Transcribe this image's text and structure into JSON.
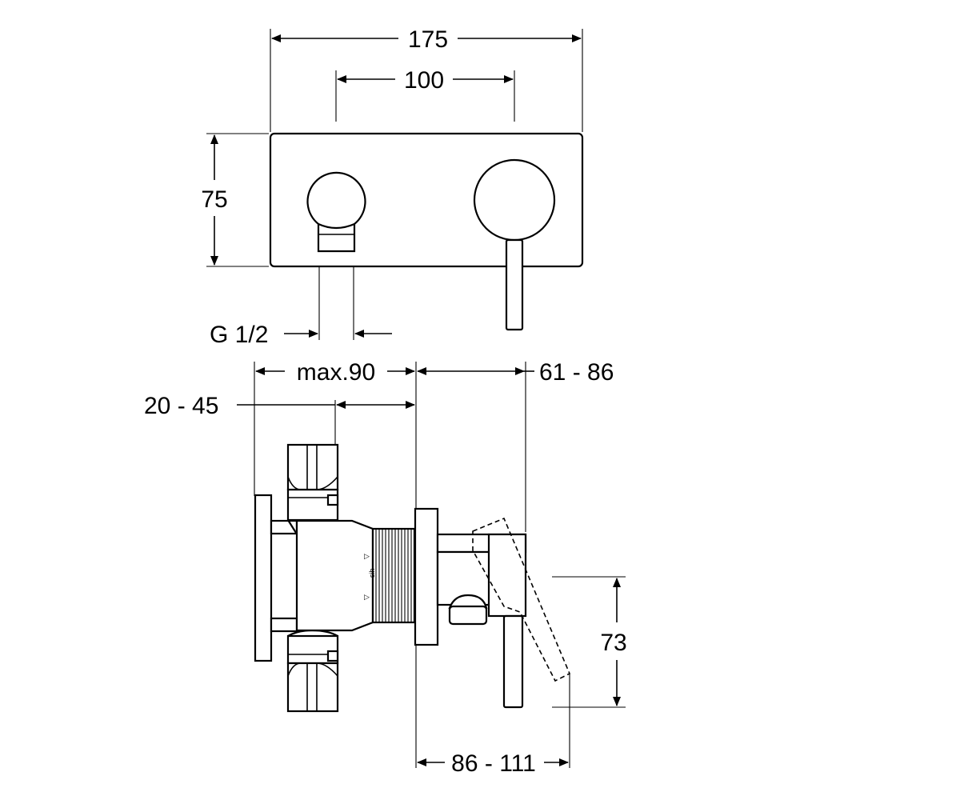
{
  "dimensions": {
    "total_width": "175",
    "valve_spacing": "100",
    "height": "75",
    "thread": "G 1/2",
    "max_depth": "max.90",
    "projection_range": "61 - 86",
    "wall_depth_range": "20 - 45",
    "lever_length": "73",
    "lever_projection_range": "86 - 111"
  },
  "marks": {
    "body_text": "sih",
    "flow_arrow": "▷"
  }
}
